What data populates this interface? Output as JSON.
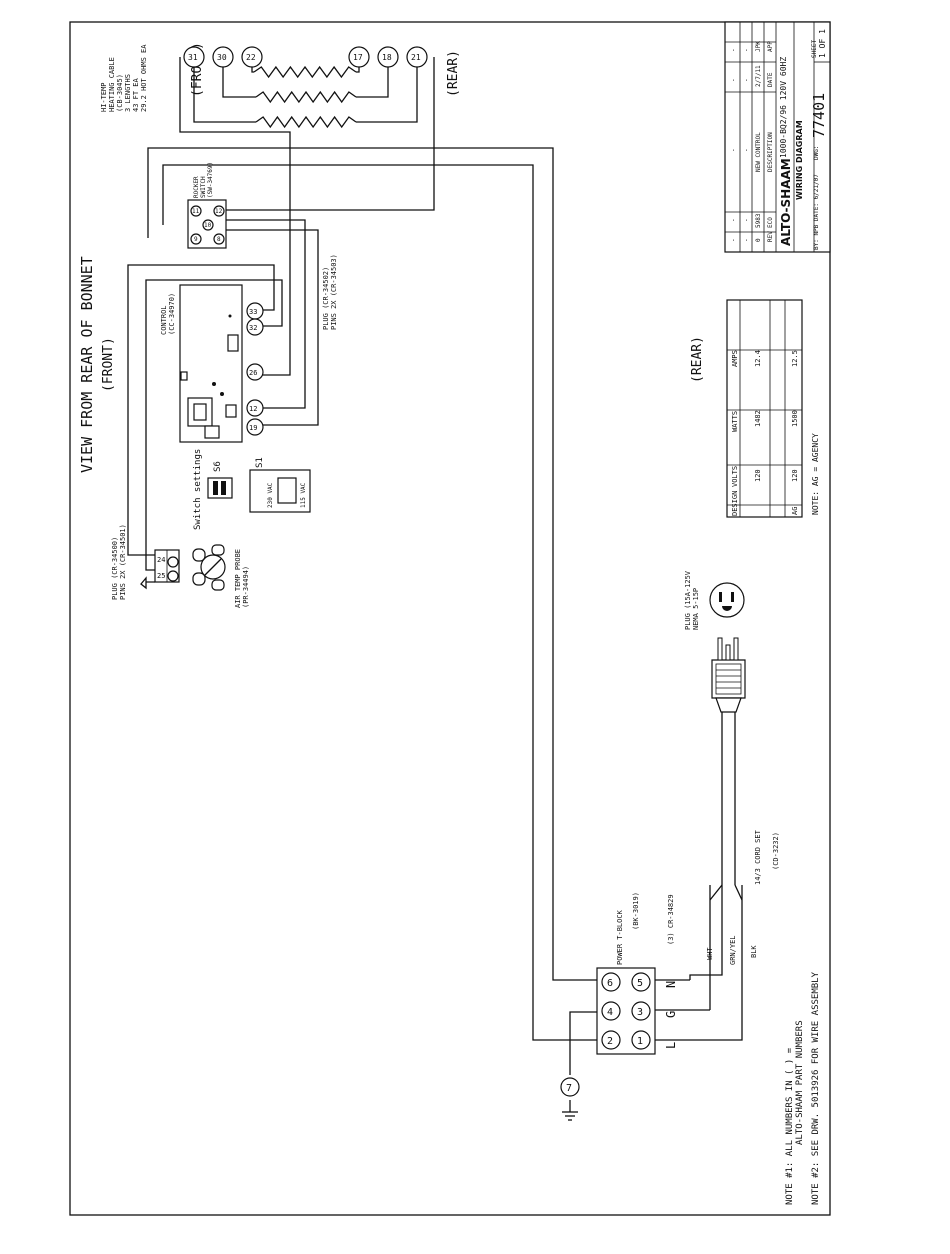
{
  "title": "VIEW FROM REAR OF BONNET",
  "front_label": "(FRONT)",
  "front_label_top": "(FRONT)",
  "rear_label_top": "(REAR)",
  "rear_label_mid": "(REAR)",
  "heating_cable": [
    "HI-TEMP",
    "HEATING CABLE",
    "(CB-3045)",
    "3 LENGTHS",
    "43 FT EA",
    "29.2 HOT OHMS EA"
  ],
  "heater_terminals_left": [
    "31",
    "30",
    "22"
  ],
  "heater_terminals_right": [
    "17",
    "18",
    "21"
  ],
  "rocker_switch": {
    "lines": [
      "ROCKER",
      "SWITCH",
      "(SW-34769)"
    ],
    "pins": [
      "11",
      "12",
      "9",
      "8",
      "10"
    ]
  },
  "control": {
    "lines": [
      "CONTROL",
      "(CC-34970)"
    ],
    "terminals": [
      "33",
      "32",
      "26",
      "12",
      "19"
    ]
  },
  "plug_control": [
    "PLUG (CR-34502)",
    "PINS 2X (CR-34503)"
  ],
  "plug_probe": [
    "PLUG (CR-34500)",
    "PINS 2X (CR-34501)"
  ],
  "probe_pins": [
    "24",
    "25"
  ],
  "air_probe": [
    "AIR TEMP PROBE",
    "(PR-34494)"
  ],
  "switch_settings": {
    "label": "Switch settings",
    "s6": "S6",
    "s1": "S1",
    "v230": "230 VAC",
    "v115": "115 VAC"
  },
  "plug_power": [
    "PLUG (15A-125V",
    "NEMA 5-15P"
  ],
  "cord_set": [
    "14/3 CORD SET",
    "(CD-3232)"
  ],
  "tblock": {
    "lines": [
      "POWER T-BLOCK",
      "(BK-3019)"
    ],
    "cr": "(3) CR-34829",
    "terminals": [
      "6",
      "4",
      "2",
      "5",
      "3",
      "1"
    ],
    "n": "N",
    "g": "G",
    "l": "L"
  },
  "wire_colors": {
    "wht": "WHT",
    "grn": "GRN/YEL",
    "blk": "BLK"
  },
  "ground": "7",
  "notes": [
    "NOTE #1: ALL NUMBERS IN ( ) =",
    "ALTO-SHAAM PART NUMBERS",
    "NOTE #2: SEE DRW. 5013926 FOR WIRE ASSEMBLY"
  ],
  "spec_table": {
    "headers": [
      "DESIGN",
      "VOLTS",
      "WATTS",
      "AMPS"
    ],
    "rows": [
      [
        "",
        "120",
        "1482",
        "12.4"
      ],
      [
        "AG",
        "120",
        "1500",
        "12.5"
      ]
    ],
    "note": "NOTE: AG = AGENCY"
  },
  "title_block": {
    "rev_rows": [
      {
        "rev": "-",
        "eco": "-",
        "desc": "-",
        "date": "-",
        "app": "-"
      },
      {
        "rev": "-",
        "eco": "-",
        "desc": "-",
        "date": "-",
        "app": "-"
      },
      {
        "rev": "0",
        "eco": "5983",
        "desc": "NEW CONTROL",
        "date": "2/7/11",
        "app": "JPK"
      }
    ],
    "head": {
      "rev": "REV",
      "eco": "ECO",
      "desc": "DESCRIPTION",
      "date": "DATE",
      "app": "APP"
    },
    "company": "ALTO-SHAAM",
    "model": "1000-BQ2/96 120V 60HZ",
    "drawing_title": "WIRING DIAGRAM",
    "dwg_label": "DWG:",
    "dwg": "77401",
    "sheet_label": "SHEET",
    "sheet": "1 OF 1",
    "by": "BY: NPB DATE: 6/21/07"
  }
}
